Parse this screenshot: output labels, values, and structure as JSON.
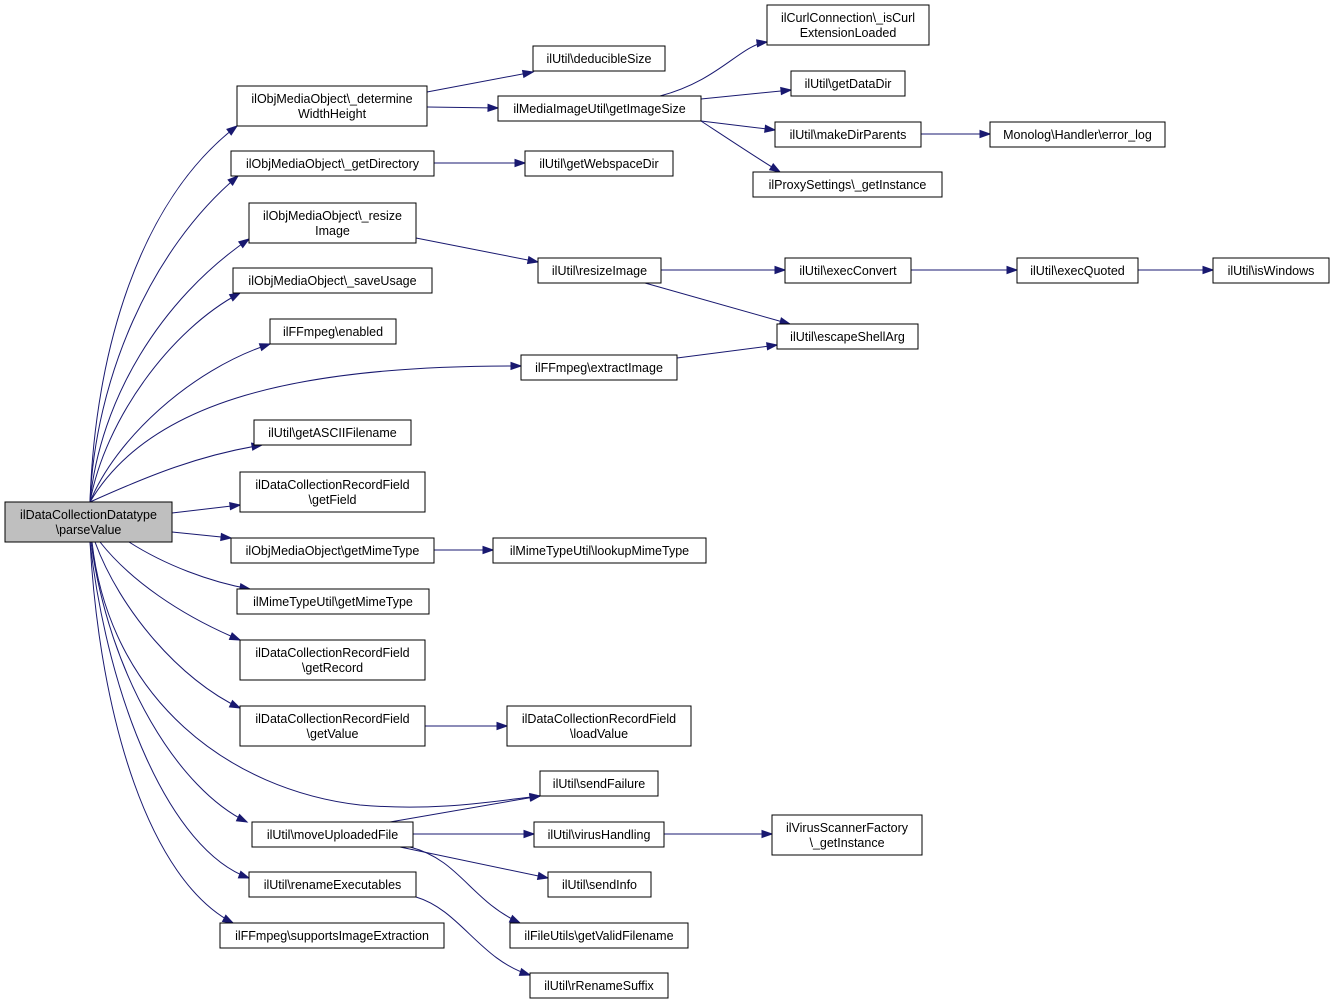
{
  "diagram": {
    "root": "parseValue",
    "nodes": [
      {
        "id": "parseValue",
        "lines": [
          "ilDataCollectionDatatype",
          "\\parseValue"
        ],
        "highlight": true
      },
      {
        "id": "determineWH",
        "lines": [
          "ilObjMediaObject\\_determine",
          "WidthHeight"
        ]
      },
      {
        "id": "getDirectory",
        "lines": [
          "ilObjMediaObject\\_getDirectory"
        ]
      },
      {
        "id": "resizeImageMO",
        "lines": [
          "ilObjMediaObject\\_resize",
          "Image"
        ]
      },
      {
        "id": "saveUsage",
        "lines": [
          "ilObjMediaObject\\_saveUsage"
        ]
      },
      {
        "id": "ffEnabled",
        "lines": [
          "ilFFmpeg\\enabled"
        ]
      },
      {
        "id": "ffExtract",
        "lines": [
          "ilFFmpeg\\extractImage"
        ]
      },
      {
        "id": "asciiFilename",
        "lines": [
          "ilUtil\\getASCIIFilename"
        ]
      },
      {
        "id": "rfGetField",
        "lines": [
          "ilDataCollectionRecordField",
          "\\getField"
        ]
      },
      {
        "id": "moGetMime",
        "lines": [
          "ilObjMediaObject\\getMimeType"
        ]
      },
      {
        "id": "mtuGetMime",
        "lines": [
          "ilMimeTypeUtil\\getMimeType"
        ]
      },
      {
        "id": "rfGetRecord",
        "lines": [
          "ilDataCollectionRecordField",
          "\\getRecord"
        ]
      },
      {
        "id": "rfGetValue",
        "lines": [
          "ilDataCollectionRecordField",
          "\\getValue"
        ]
      },
      {
        "id": "sendFailure",
        "lines": [
          "ilUtil\\sendFailure"
        ]
      },
      {
        "id": "moveUploaded",
        "lines": [
          "ilUtil\\moveUploadedFile"
        ]
      },
      {
        "id": "renameExec",
        "lines": [
          "ilUtil\\renameExecutables"
        ]
      },
      {
        "id": "ffSupports",
        "lines": [
          "ilFFmpeg\\supportsImageExtraction"
        ]
      },
      {
        "id": "deducible",
        "lines": [
          "ilUtil\\deducibleSize"
        ]
      },
      {
        "id": "getImageSize",
        "lines": [
          "ilMediaImageUtil\\getImageSize"
        ]
      },
      {
        "id": "curlExt",
        "lines": [
          "ilCurlConnection\\_isCurl",
          "ExtensionLoaded"
        ]
      },
      {
        "id": "getDataDir",
        "lines": [
          "ilUtil\\getDataDir"
        ]
      },
      {
        "id": "makeDirParents",
        "lines": [
          "ilUtil\\makeDirParents"
        ]
      },
      {
        "id": "errorLog",
        "lines": [
          "Monolog\\Handler\\error_log"
        ]
      },
      {
        "id": "proxyInst",
        "lines": [
          "ilProxySettings\\_getInstance"
        ]
      },
      {
        "id": "webspaceDir",
        "lines": [
          "ilUtil\\getWebspaceDir"
        ]
      },
      {
        "id": "resizeImageU",
        "lines": [
          "ilUtil\\resizeImage"
        ]
      },
      {
        "id": "execConvert",
        "lines": [
          "ilUtil\\execConvert"
        ]
      },
      {
        "id": "execQuoted",
        "lines": [
          "ilUtil\\execQuoted"
        ]
      },
      {
        "id": "isWindows",
        "lines": [
          "ilUtil\\isWindows"
        ]
      },
      {
        "id": "escapeShell",
        "lines": [
          "ilUtil\\escapeShellArg"
        ]
      },
      {
        "id": "lookupMime",
        "lines": [
          "ilMimeTypeUtil\\lookupMimeType"
        ]
      },
      {
        "id": "loadValue",
        "lines": [
          "ilDataCollectionRecordField",
          "\\loadValue"
        ]
      },
      {
        "id": "virusHandling",
        "lines": [
          "ilUtil\\virusHandling"
        ]
      },
      {
        "id": "virusScanner",
        "lines": [
          "ilVirusScannerFactory",
          "\\_getInstance"
        ]
      },
      {
        "id": "sendInfo",
        "lines": [
          "ilUtil\\sendInfo"
        ]
      },
      {
        "id": "validFilename",
        "lines": [
          "ilFileUtils\\getValidFilename"
        ]
      },
      {
        "id": "renameSuffix",
        "lines": [
          "ilUtil\\rRenameSuffix"
        ]
      }
    ],
    "edges": [
      [
        "parseValue",
        "determineWH"
      ],
      [
        "parseValue",
        "getDirectory"
      ],
      [
        "parseValue",
        "resizeImageMO"
      ],
      [
        "parseValue",
        "saveUsage"
      ],
      [
        "parseValue",
        "ffEnabled"
      ],
      [
        "parseValue",
        "ffExtract"
      ],
      [
        "parseValue",
        "asciiFilename"
      ],
      [
        "parseValue",
        "rfGetField"
      ],
      [
        "parseValue",
        "moGetMime"
      ],
      [
        "parseValue",
        "mtuGetMime"
      ],
      [
        "parseValue",
        "rfGetRecord"
      ],
      [
        "parseValue",
        "rfGetValue"
      ],
      [
        "parseValue",
        "sendFailure"
      ],
      [
        "parseValue",
        "moveUploaded"
      ],
      [
        "parseValue",
        "renameExec"
      ],
      [
        "parseValue",
        "ffSupports"
      ],
      [
        "determineWH",
        "deducible"
      ],
      [
        "determineWH",
        "getImageSize"
      ],
      [
        "getImageSize",
        "curlExt"
      ],
      [
        "getImageSize",
        "getDataDir"
      ],
      [
        "getImageSize",
        "makeDirParents"
      ],
      [
        "getImageSize",
        "proxyInst"
      ],
      [
        "makeDirParents",
        "errorLog"
      ],
      [
        "getDirectory",
        "webspaceDir"
      ],
      [
        "resizeImageMO",
        "resizeImageU"
      ],
      [
        "resizeImageU",
        "execConvert"
      ],
      [
        "resizeImageU",
        "escapeShell"
      ],
      [
        "execConvert",
        "execQuoted"
      ],
      [
        "execQuoted",
        "isWindows"
      ],
      [
        "ffExtract",
        "escapeShell"
      ],
      [
        "moGetMime",
        "lookupMime"
      ],
      [
        "rfGetValue",
        "loadValue"
      ],
      [
        "moveUploaded",
        "sendFailure"
      ],
      [
        "moveUploaded",
        "virusHandling"
      ],
      [
        "moveUploaded",
        "sendInfo"
      ],
      [
        "moveUploaded",
        "validFilename"
      ],
      [
        "virusHandling",
        "virusScanner"
      ],
      [
        "renameExec",
        "renameSuffix"
      ]
    ]
  }
}
